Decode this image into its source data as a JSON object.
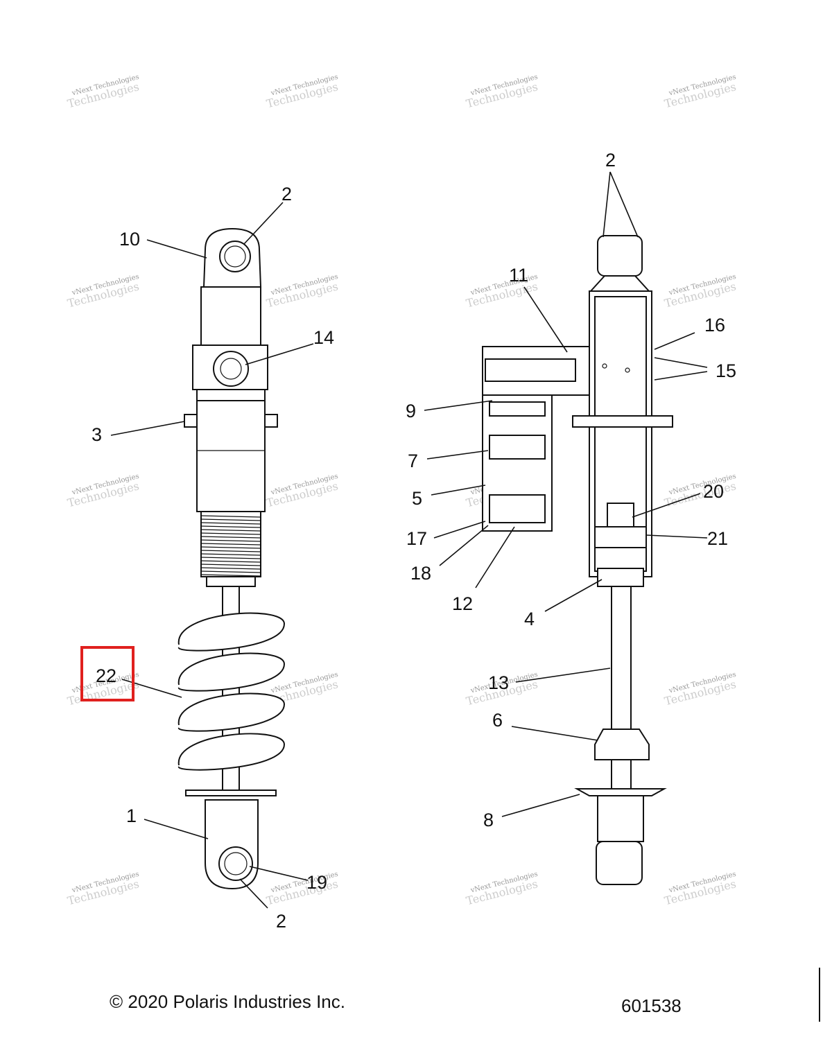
{
  "callouts": [
    {
      "id": "c2a",
      "label": "2"
    },
    {
      "id": "c10",
      "label": "10"
    },
    {
      "id": "c14",
      "label": "14"
    },
    {
      "id": "c3",
      "label": "3"
    },
    {
      "id": "c22",
      "label": "22"
    },
    {
      "id": "c1",
      "label": "1"
    },
    {
      "id": "c19",
      "label": "19"
    },
    {
      "id": "c2b",
      "label": "2"
    },
    {
      "id": "c2c",
      "label": "2"
    },
    {
      "id": "c11",
      "label": "11"
    },
    {
      "id": "c16",
      "label": "16"
    },
    {
      "id": "c15",
      "label": "15"
    },
    {
      "id": "c9",
      "label": "9"
    },
    {
      "id": "c7",
      "label": "7"
    },
    {
      "id": "c5",
      "label": "5"
    },
    {
      "id": "c20",
      "label": "20"
    },
    {
      "id": "c21",
      "label": "21"
    },
    {
      "id": "c17",
      "label": "17"
    },
    {
      "id": "c18",
      "label": "18"
    },
    {
      "id": "c12",
      "label": "12"
    },
    {
      "id": "c4",
      "label": "4"
    },
    {
      "id": "c13",
      "label": "13"
    },
    {
      "id": "c6",
      "label": "6"
    },
    {
      "id": "c8",
      "label": "8"
    }
  ],
  "watermark": {
    "line1": "vNext Technologies",
    "line2": "Technologies"
  },
  "footer": {
    "copyright": "© 2020 Polaris Industries Inc.",
    "figure_number": "601538"
  },
  "highlight": {
    "target_label": "22",
    "color": "#e0201e"
  }
}
